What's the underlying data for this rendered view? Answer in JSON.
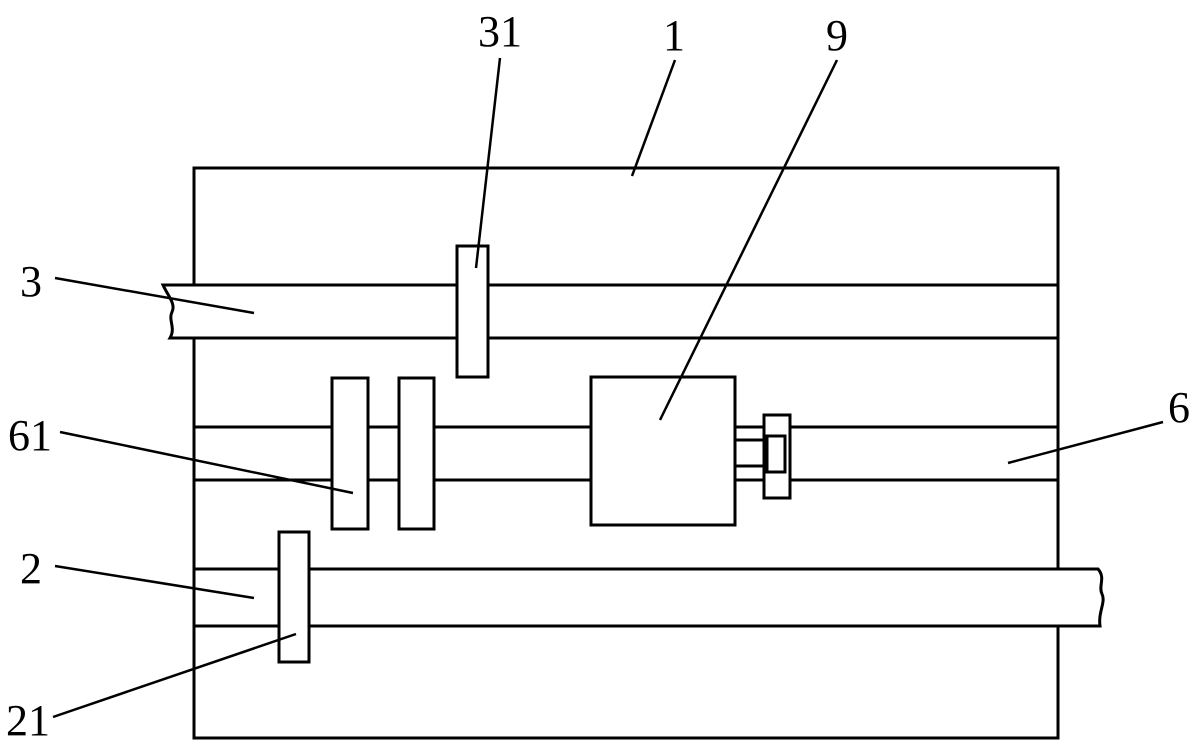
{
  "labels": {
    "frame": "1",
    "rod_lower": "2",
    "rod_lower_block": "21",
    "rod_upper": "3",
    "rod_upper_block": "31",
    "shaft": "6",
    "shaft_disc": "61",
    "box": "9"
  },
  "colors": {
    "ink": "#000000",
    "paper": "#ffffff"
  }
}
